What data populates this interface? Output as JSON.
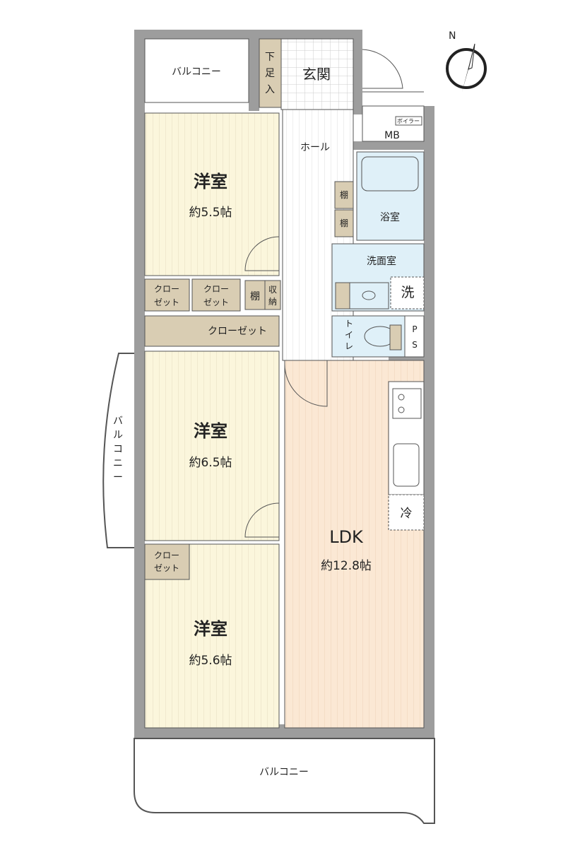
{
  "compass": {
    "label": "N"
  },
  "rooms": {
    "balcony_top": "バルコニー",
    "shoe_storage": [
      "下",
      "足",
      "入"
    ],
    "entrance": "玄関",
    "mb": "MB",
    "boiler": "ボイラー",
    "hall": "ホール",
    "shelf_hall_1": "棚",
    "shelf_hall_2": "棚",
    "bath": "浴室",
    "washroom": "洗面室",
    "washer": "洗",
    "toilet": [
      "ト",
      "イ",
      "レ"
    ],
    "ps": [
      "P",
      "S"
    ],
    "western1": {
      "name": "洋室",
      "size": "約5.5帖"
    },
    "closet_a": [
      "クロー",
      "ゼット"
    ],
    "closet_b": [
      "クロー",
      "ゼット"
    ],
    "shelf": "棚",
    "storage": [
      "収",
      "納"
    ],
    "closet_long": "クローゼット",
    "western2": {
      "name": "洋室",
      "size": "約6.5帖"
    },
    "balcony_side": [
      "バ",
      "ル",
      "コ",
      "ニ",
      "ー"
    ],
    "closet_c": [
      "クロー",
      "ゼット"
    ],
    "western3": {
      "name": "洋室",
      "size": "約5.6帖"
    },
    "ldk": {
      "name": "LDK",
      "size": "約12.8帖"
    },
    "fridge": "冷",
    "balcony_bottom": "バルコニー"
  },
  "colors": {
    "wall": "#9d9d9d",
    "western": "#fbf6dc",
    "ldk": "#fbe8d4",
    "closet": "#d9cdb3",
    "wet": "#dff0f8"
  }
}
